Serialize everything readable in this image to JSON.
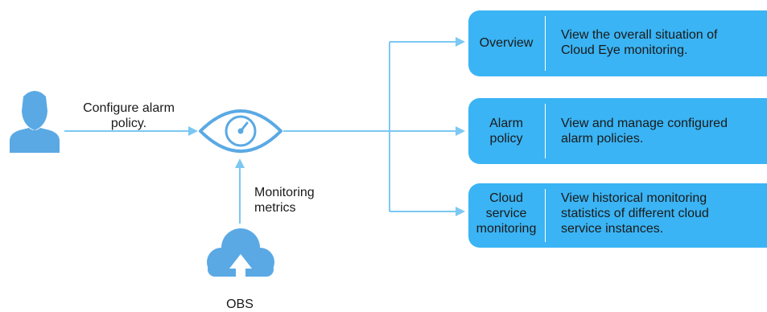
{
  "actor": {
    "icon": "user-icon",
    "action_label": "Configure alarm policy."
  },
  "center": {
    "icon": "cloud-eye-icon"
  },
  "source": {
    "icon": "obs-cloud-upload-icon",
    "name": "OBS",
    "flow_label": "Monitoring metrics"
  },
  "features": [
    {
      "name": "Overview",
      "description": "View the overall situation of\nCloud Eye monitoring."
    },
    {
      "name": "Alarm\npolicy",
      "description": "View and manage configured\nalarm policies."
    },
    {
      "name": "Cloud\nservice\nmonitoring",
      "description": "View historical monitoring\nstatistics of different cloud\nservice instances."
    }
  ],
  "colors": {
    "accent": "#3ab4f4",
    "icon": "#5aa9e4",
    "line": "#7cc8f2",
    "text": "#1a1a1a"
  }
}
